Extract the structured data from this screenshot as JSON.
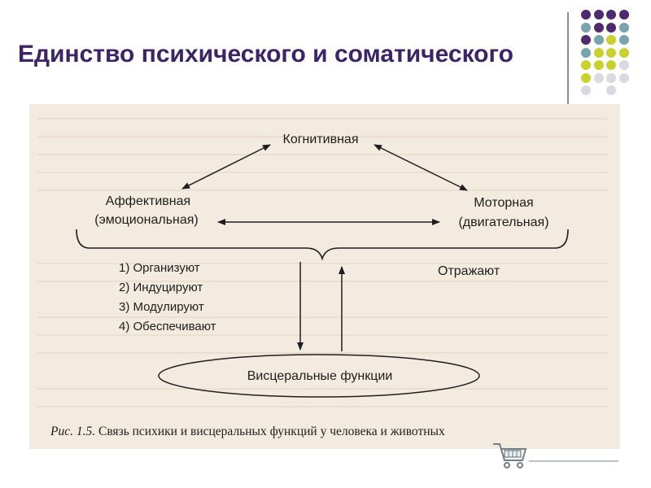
{
  "slide": {
    "title": "Единство психического и соматического"
  },
  "decoration": {
    "dot_colors": {
      "purple": "#4e2a6e",
      "teal": "#79a3ad",
      "lime": "#c8d12e",
      "gray": "#d9d9df"
    },
    "rows": [
      [
        "purple",
        "purple",
        "purple",
        "purple"
      ],
      [
        "teal",
        "purple",
        "purple",
        "teal"
      ],
      [
        "purple",
        "teal",
        "lime",
        "teal"
      ],
      [
        "teal",
        "lime",
        "lime",
        "lime"
      ],
      [
        "lime",
        "lime",
        "lime",
        "gray"
      ],
      [
        "lime",
        "gray",
        "gray",
        "gray"
      ],
      [
        "gray",
        "none",
        "gray",
        "none"
      ]
    ]
  },
  "diagram": {
    "nodes": {
      "cognitive": "Когнитивная",
      "affective_line1": "Аффективная",
      "affective_line2": "(эмоциональная)",
      "motor_line1": "Моторная",
      "motor_line2": "(двигательная)",
      "visceral": "Висцеральные функции"
    },
    "down_actions": [
      "1) Организуют",
      "2) Индуцируют",
      "3) Модулируют",
      "4) Обеспечивают"
    ],
    "up_action": "Отражают",
    "caption_prefix": "Рис. 1.5.",
    "caption_text": " Связь психики и висцеральных функций у человека и животных"
  },
  "icons": {
    "corner_icon": "cart-icon"
  }
}
